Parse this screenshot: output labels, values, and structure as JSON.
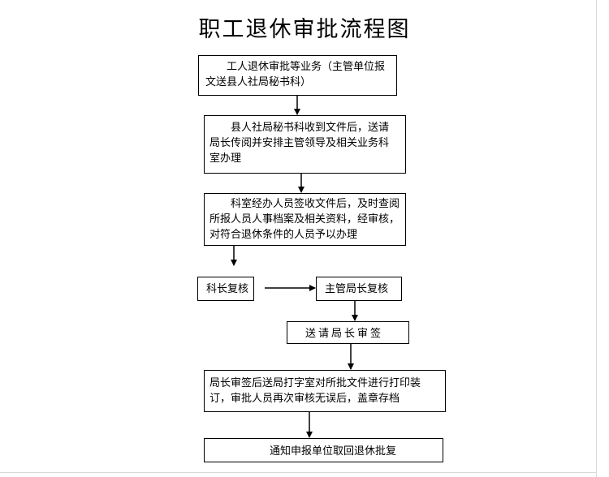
{
  "title": "职工退休审批流程图",
  "steps": [
    {
      "id": "step-1",
      "text": "　　工人退休审批等业务（主管单位报\n文送县人社局秘书科）"
    },
    {
      "id": "step-2",
      "text": "　　县人社局秘书科收到文件后，送请\n局长传阅并安排主管领导及相关业务科\n室办理"
    },
    {
      "id": "step-3",
      "text": "　　科室经办人员签收文件后，及时查阅\n所报人员人事档案及相关资料，经审核，\n对符合退休条件的人员予以办理"
    },
    {
      "id": "step-4",
      "text": "科长复核"
    },
    {
      "id": "step-5",
      "text": "主管局长复核"
    },
    {
      "id": "step-6",
      "text": "送请局长审签"
    },
    {
      "id": "step-7",
      "text": "局长审签后送局打字室对所批文件进行打印装\n订，审批人员再次审核无误后，盖章存档"
    },
    {
      "id": "step-8",
      "text": "通知申报单位取回退休批复"
    }
  ],
  "connections": [
    {
      "from": "step-1",
      "to": "step-2"
    },
    {
      "from": "step-2",
      "to": "step-3"
    },
    {
      "from": "step-3",
      "to": "step-4"
    },
    {
      "from": "step-4",
      "to": "step-5"
    },
    {
      "from": "step-5",
      "to": "step-6"
    },
    {
      "from": "step-6",
      "to": "step-7"
    },
    {
      "from": "step-7",
      "to": "step-8"
    }
  ]
}
